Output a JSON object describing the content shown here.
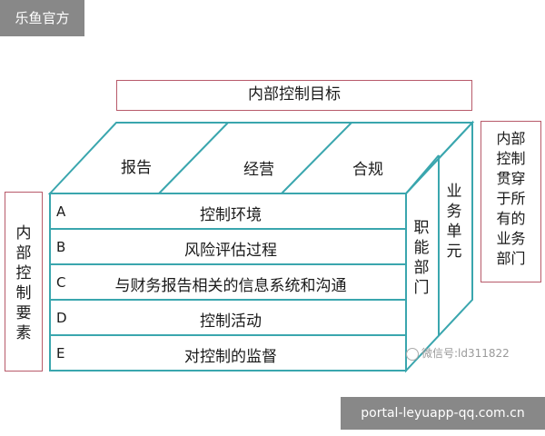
{
  "watermark_top_left": "乐鱼官方",
  "watermark_bottom_right": "portal-leyuapp-qq.com.cn",
  "goal_title": "内部控制目标",
  "top_faces": [
    "报告",
    "经营",
    "合规"
  ],
  "front_rows": [
    {
      "letter": "A",
      "label": "控制环境"
    },
    {
      "letter": "B",
      "label": "风险评估过程"
    },
    {
      "letter": "C",
      "label": "与财务报告相关的信息系统和沟通"
    },
    {
      "letter": "D",
      "label": "控制活动"
    },
    {
      "letter": "E",
      "label": "对控制的监督"
    }
  ],
  "side_labels": {
    "functional": [
      "职",
      "能",
      "部",
      "门"
    ],
    "business": [
      "业",
      "务",
      "单",
      "元"
    ]
  },
  "left_box_lines": [
    "内",
    "部",
    "控",
    "制",
    "要",
    "素"
  ],
  "right_box_lines": [
    "内部",
    "控制",
    "贯穿",
    "于所",
    "有的",
    "业务",
    "部门"
  ],
  "wechat_label": "微信号:ld311822",
  "colors": {
    "cube_stroke": "#3aa6ae",
    "box_border": "#b85a6a",
    "watermark_bg": "#5a5a5a"
  },
  "icons": [
    "wechat-icon"
  ]
}
